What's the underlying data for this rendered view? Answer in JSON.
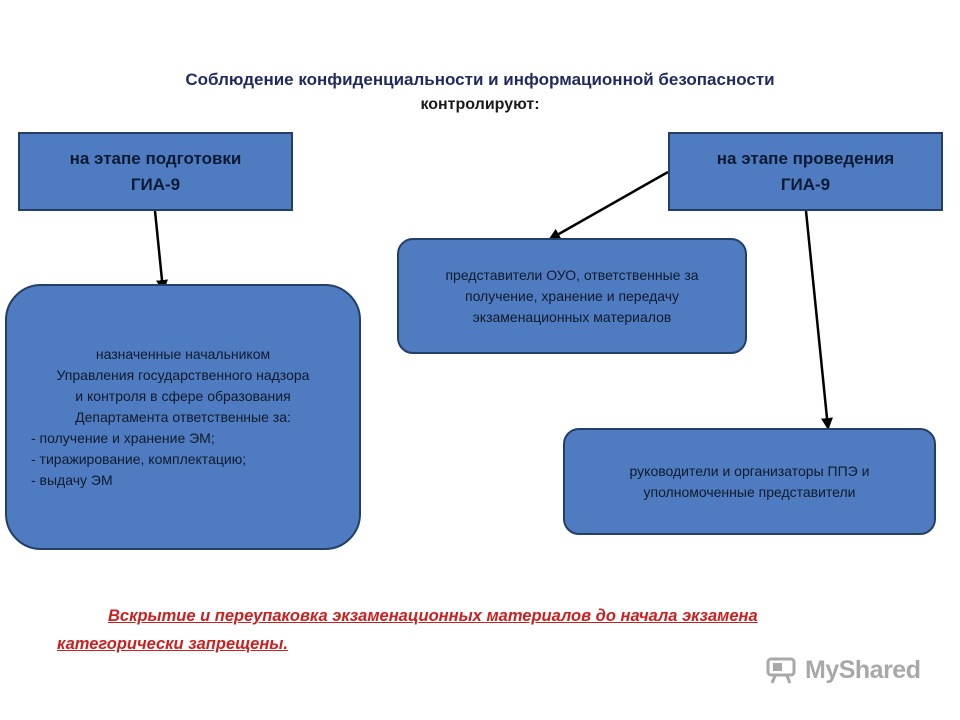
{
  "header": {
    "title_line1": "Соблюдение конфиденциальности и информационной безопасности",
    "title_line2": "контролируют:"
  },
  "stages": {
    "preparation": {
      "line1": "на этапе подготовки",
      "line2": "ГИА-9"
    },
    "conduct": {
      "line1": "на этапе проведения",
      "line2": "ГИА-9"
    }
  },
  "preparation_detail": {
    "lines": [
      "назначенные начальником",
      "Управления государственного надзора",
      "и контроля в сфере образования",
      "Департамента ответственные за:"
    ],
    "items": [
      "- получение и хранение ЭМ;",
      "- тиражирование, комплектацию;",
      "- выдачу ЭМ"
    ]
  },
  "ouo": {
    "lines": [
      "представители ОУО, ответственные за",
      "получение, хранение и передачу",
      "экзаменационных материалов"
    ]
  },
  "ppe": {
    "lines": [
      "руководители и организаторы ППЭ и",
      "уполномоченные представители"
    ]
  },
  "warning": {
    "line1": "Вскрытие и переупаковка  экзаменационных материалов до начала экзамена",
    "line2": "категорически запрещены."
  },
  "watermark": {
    "text": "MyShared",
    "icon": "projector-icon"
  },
  "colors": {
    "box_fill": "#4f7cc0",
    "box_border": "#243f66",
    "warning": "#cc1f1f",
    "title": "#1f2a5e"
  }
}
